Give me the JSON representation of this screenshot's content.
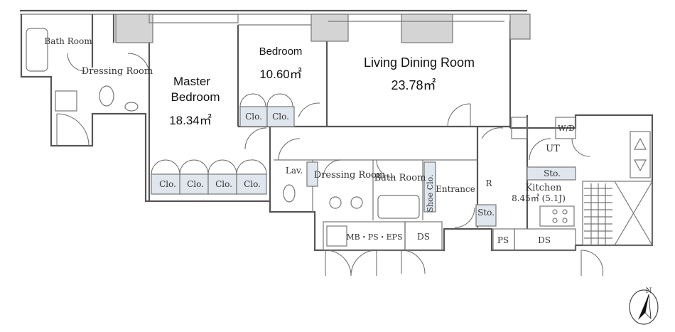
{
  "rooms": {
    "bath_room_left": "Bath Room",
    "dressing_room_left": "Dressing Room",
    "master_bedroom": {
      "name_line1": "Master",
      "name_line2": "Bedroom",
      "area": "18.34㎡"
    },
    "bedroom": {
      "name": "Bedroom",
      "area": "10.60㎡"
    },
    "living_dining": {
      "name": "Living Dining Room",
      "area": "23.78㎡"
    },
    "lav": "Lav.",
    "dressing_room_center": "Dressing Room",
    "bath_room_center": "Bath Room",
    "shoe_closet": "Shoe Clo.",
    "entrance": "Entrance",
    "refrigerator": "R",
    "kitchen": {
      "name": "Kitchen",
      "area": "8.45㎡ (5.1J)"
    },
    "wd": "W/D",
    "ut": "UT"
  },
  "closets": {
    "bedroom": [
      "Clo.",
      "Clo."
    ],
    "master": [
      "Clo.",
      "Clo.",
      "Clo.",
      "Clo."
    ]
  },
  "storage": {
    "kitchen_top": "Sto.",
    "entrance": "Sto."
  },
  "shafts": {
    "mb_ps_eps": "MB・PS・EPS",
    "ds_center": "DS",
    "ps_right": "PS",
    "ds_right": "DS"
  },
  "compass": {
    "north": "N"
  }
}
